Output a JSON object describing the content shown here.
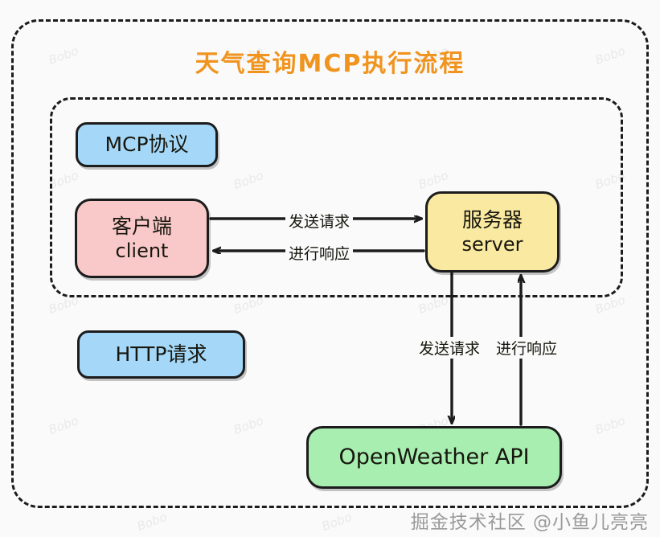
{
  "title": "天气查询MCP执行流程",
  "theme": {
    "background": "#fafafa",
    "title_color": "#f0941f",
    "stroke_color": "#1c1c1c",
    "blue": "#a5d8f8",
    "pink": "#f9c8c9",
    "yellow": "#fae9a0",
    "green": "#a8eeb0",
    "watermark_color": "#9a9a9a"
  },
  "frames": {
    "outer_label": "",
    "inner_label": ""
  },
  "nodes": {
    "mcp_protocol": {
      "label": "MCP协议"
    },
    "http_request": {
      "label": "HTTP请求"
    },
    "client": {
      "line1": "客户端",
      "line2": "client"
    },
    "server": {
      "line1": "服务器",
      "line2": "server"
    },
    "openweather": {
      "label": "OpenWeather API"
    }
  },
  "edges": {
    "client_to_server": "发送请求",
    "server_to_client": "进行响应",
    "server_to_api": "发送请求",
    "api_to_server": "进行响应"
  },
  "watermark": {
    "main": "掘金技术社区 @小鱼儿亮亮",
    "tile": "Bobo"
  }
}
